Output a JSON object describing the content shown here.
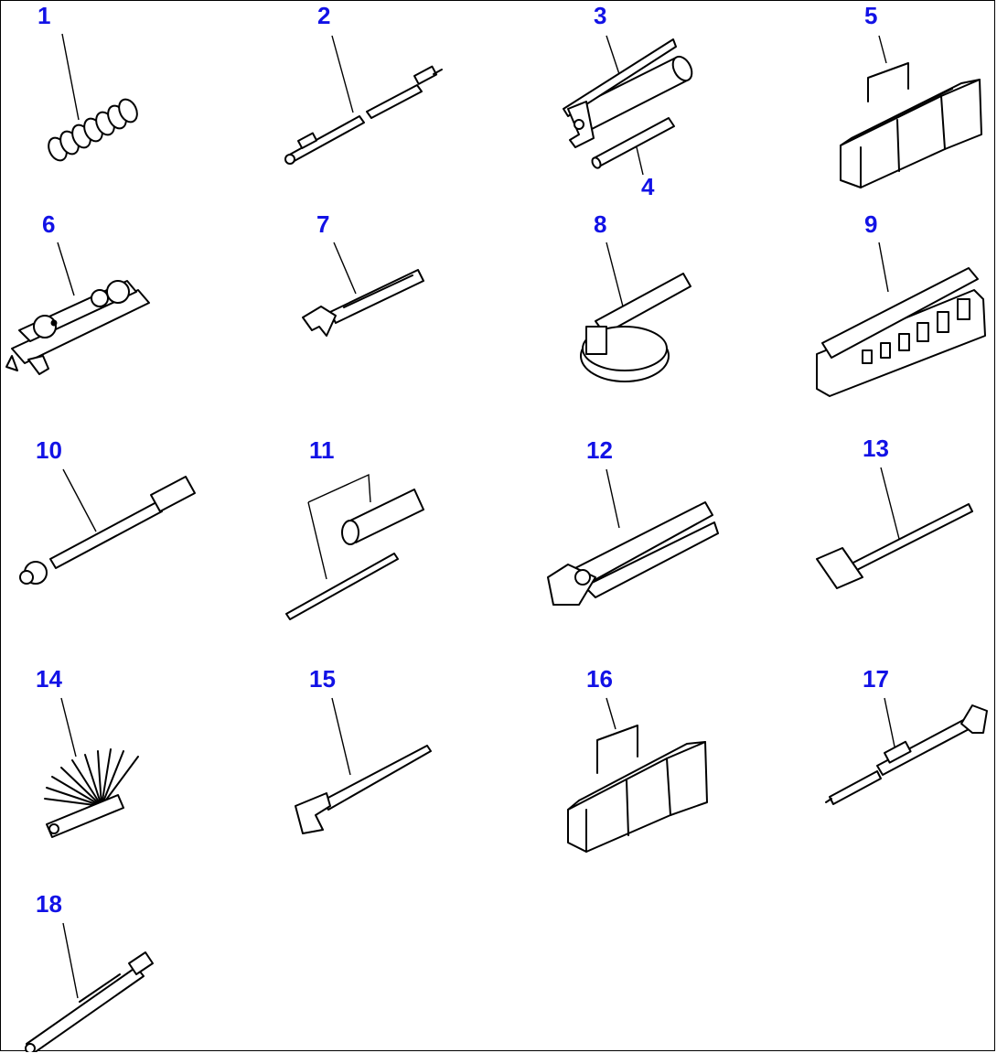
{
  "diagram": {
    "parts": [
      {
        "id": "1",
        "label": "1"
      },
      {
        "id": "2",
        "label": "2"
      },
      {
        "id": "3",
        "label": "3"
      },
      {
        "id": "4",
        "label": "4"
      },
      {
        "id": "5",
        "label": "5"
      },
      {
        "id": "6",
        "label": "6"
      },
      {
        "id": "7",
        "label": "7"
      },
      {
        "id": "8",
        "label": "8"
      },
      {
        "id": "9",
        "label": "9"
      },
      {
        "id": "10",
        "label": "10"
      },
      {
        "id": "11",
        "label": "11"
      },
      {
        "id": "12",
        "label": "12"
      },
      {
        "id": "13",
        "label": "13"
      },
      {
        "id": "14",
        "label": "14"
      },
      {
        "id": "15",
        "label": "15"
      },
      {
        "id": "16",
        "label": "16"
      },
      {
        "id": "17",
        "label": "17"
      },
      {
        "id": "18",
        "label": "18"
      }
    ],
    "colors": {
      "callout": "#1212e6",
      "line": "#000000",
      "background": "#ffffff"
    }
  }
}
